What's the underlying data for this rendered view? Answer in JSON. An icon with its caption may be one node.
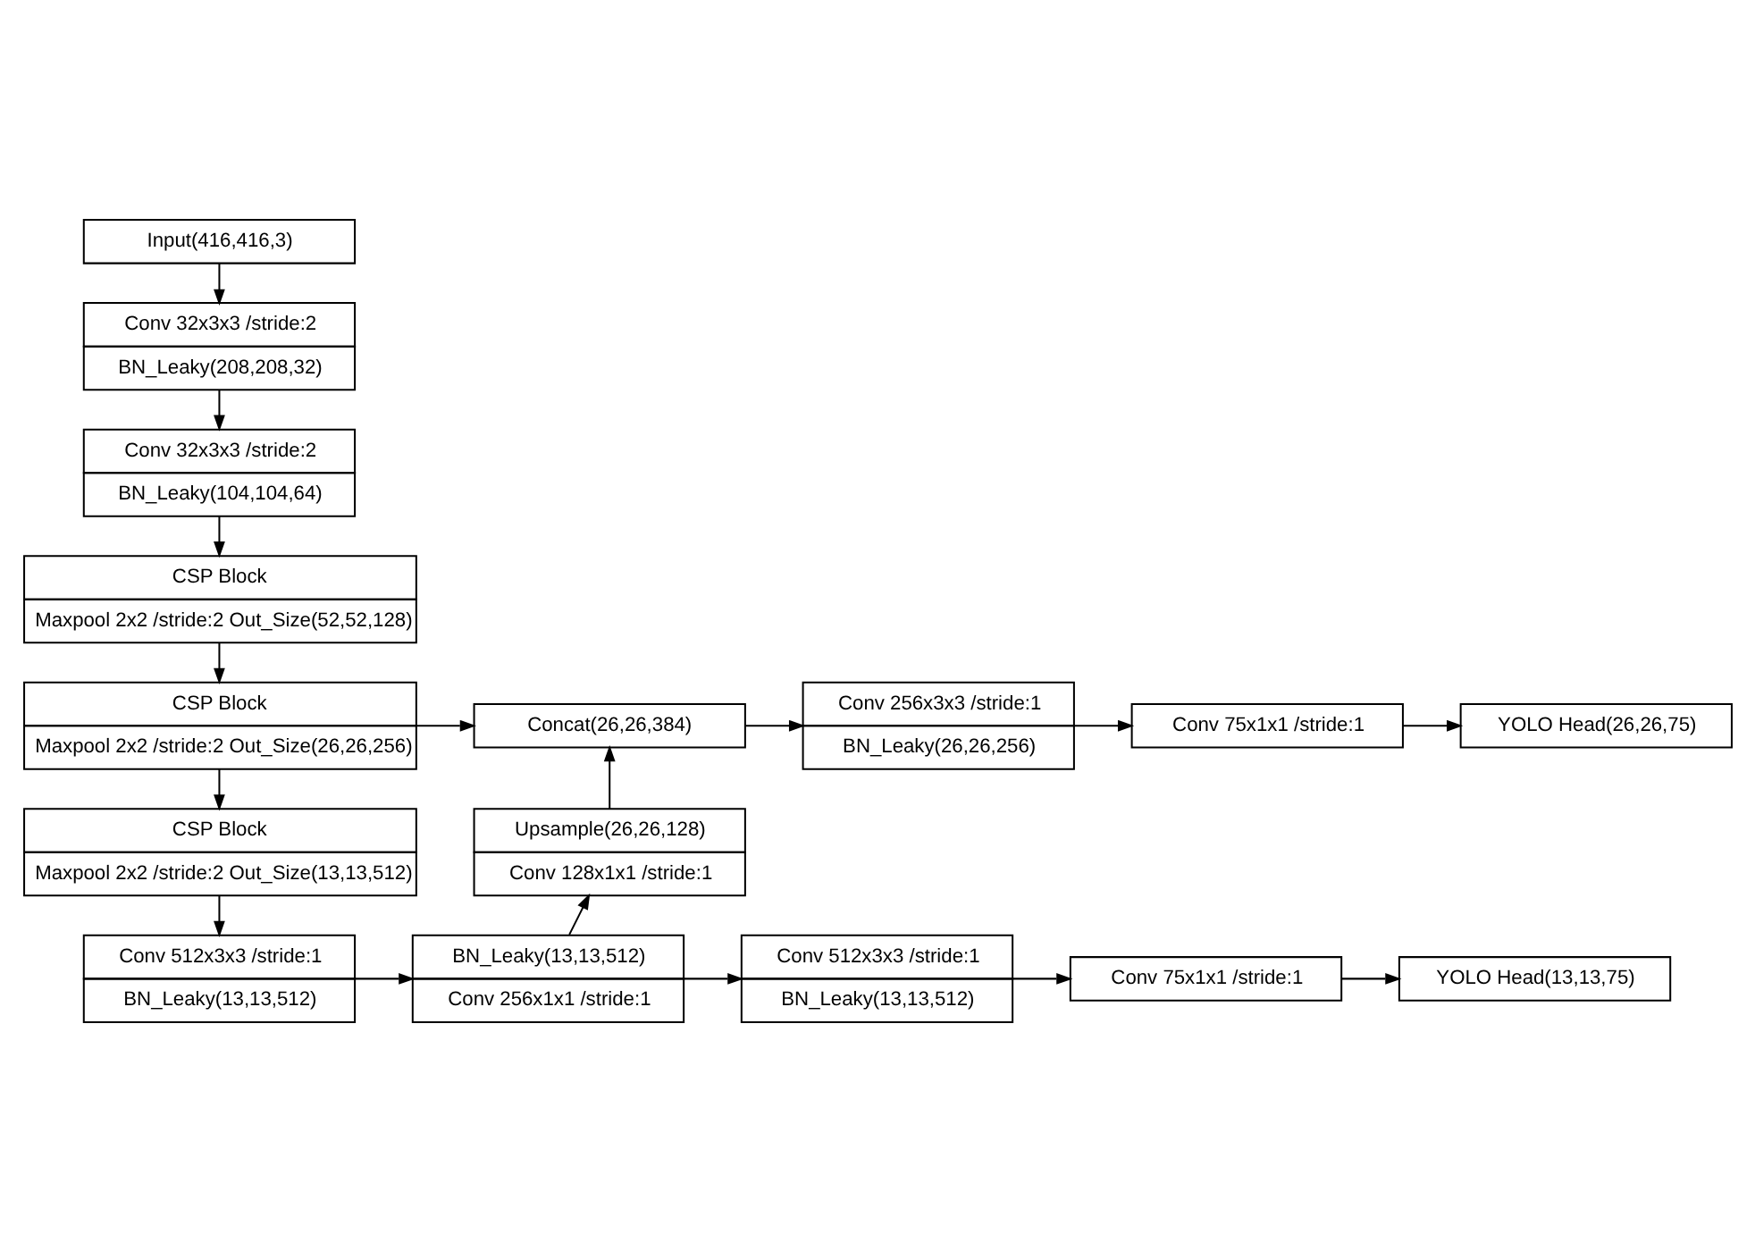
{
  "diagram": {
    "nodes": [
      {
        "text": [
          "Input(416,416,3)"
        ]
      },
      {
        "text": [
          "Conv 32x3x3 /stride:2",
          "BN_Leaky(208,208,32)"
        ]
      },
      {
        "text": [
          "Conv 32x3x3 /stride:2",
          "BN_Leaky(104,104,64)"
        ]
      },
      {
        "text": [
          "CSP Block",
          "Maxpool 2x2 /stride:2 Out_Size(52,52,128)"
        ]
      },
      {
        "text": [
          "CSP Block",
          "Maxpool 2x2 /stride:2 Out_Size(26,26,256)"
        ]
      },
      {
        "text": [
          "Concat(26,26,384)"
        ]
      },
      {
        "text": [
          "Conv 256x3x3 /stride:1",
          "BN_Leaky(26,26,256)"
        ]
      },
      {
        "text": [
          "Conv 75x1x1 /stride:1"
        ]
      },
      {
        "text": [
          "YOLO Head(26,26,75)"
        ]
      },
      {
        "text": [
          "CSP Block",
          "Maxpool 2x2 /stride:2 Out_Size(13,13,512)"
        ]
      },
      {
        "text": [
          "Upsample(26,26,128)",
          "Conv 128x1x1 /stride:1"
        ]
      },
      {
        "text": [
          "Conv 512x3x3 /stride:1",
          "BN_Leaky(13,13,512)"
        ]
      },
      {
        "text": [
          "BN_Leaky(13,13,512)",
          "Conv 256x1x1 /stride:1"
        ]
      },
      {
        "text": [
          "Conv 512x3x3 /stride:1",
          "BN_Leaky(13,13,512)"
        ]
      },
      {
        "text": [
          "Conv 75x1x1 /stride:1"
        ]
      },
      {
        "text": [
          "YOLO Head(13,13,75)"
        ]
      }
    ],
    "edges": [
      {
        "from": 0,
        "to": 1,
        "arrow": "to"
      },
      {
        "from": 1,
        "to": 2,
        "arrow": "to"
      },
      {
        "from": 2,
        "to": 3,
        "arrow": "to"
      },
      {
        "from": 3,
        "to": 4,
        "arrow": "to"
      },
      {
        "from": 4,
        "to": 5,
        "arrow": "to"
      },
      {
        "from": 5,
        "to": 6,
        "arrow": "to"
      },
      {
        "from": 6,
        "to": 7,
        "arrow": "to"
      },
      {
        "from": 7,
        "to": 8,
        "arrow": "to"
      },
      {
        "from": 4,
        "to": 9,
        "arrow": "to"
      },
      {
        "from": 10,
        "to": 5,
        "arrow": "to"
      },
      {
        "from": 9,
        "to": 11,
        "arrow": "to"
      },
      {
        "from": 11,
        "to": 12,
        "arrow": "to"
      },
      {
        "from": 12,
        "to": 10,
        "arrow": "to"
      },
      {
        "from": 12,
        "to": 13,
        "arrow": "to"
      },
      {
        "from": 13,
        "to": 14,
        "arrow": "to"
      },
      {
        "from": 14,
        "to": 15,
        "arrow": "to"
      }
    ]
  }
}
